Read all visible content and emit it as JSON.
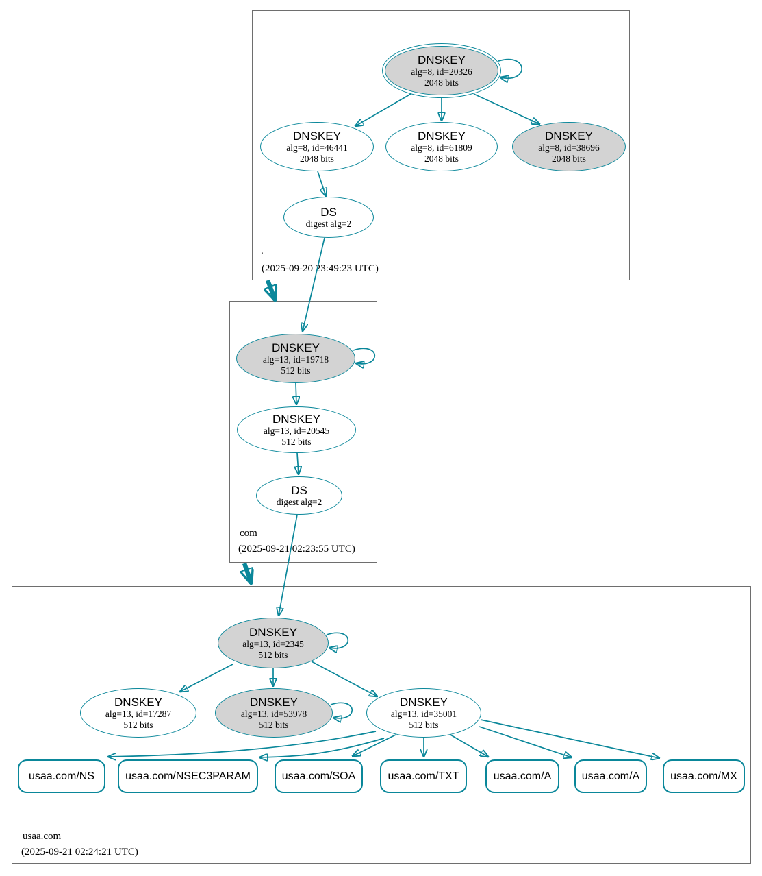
{
  "diagram_type": "dnssec-authentication-chain-graph",
  "colors": {
    "secure_edge_and_border": "#0a879a",
    "ksk_fill_gray": "#d3d3d3",
    "zone_box_border": "#6e6e6e"
  },
  "zones": [
    {
      "name": ".",
      "timestamp": "(2025-09-20 23:49:23 UTC)",
      "nodes": {
        "ksk": {
          "label": "DNSKEY",
          "alg": "alg=8, id=20326",
          "bits": "2048 bits"
        },
        "zsk1": {
          "label": "DNSKEY",
          "alg": "alg=8, id=46441",
          "bits": "2048 bits"
        },
        "zsk2": {
          "label": "DNSKEY",
          "alg": "alg=8, id=61809",
          "bits": "2048 bits"
        },
        "zsk3": {
          "label": "DNSKEY",
          "alg": "alg=8, id=38696",
          "bits": "2048 bits"
        },
        "ds": {
          "label": "DS",
          "digest": "digest alg=2"
        }
      }
    },
    {
      "name": "com",
      "timestamp": "(2025-09-21 02:23:55 UTC)",
      "nodes": {
        "ksk": {
          "label": "DNSKEY",
          "alg": "alg=13, id=19718",
          "bits": "512 bits"
        },
        "zsk": {
          "label": "DNSKEY",
          "alg": "alg=13, id=20545",
          "bits": "512 bits"
        },
        "ds": {
          "label": "DS",
          "digest": "digest alg=2"
        }
      }
    },
    {
      "name": "usaa.com",
      "timestamp": "(2025-09-21 02:24:21 UTC)",
      "nodes": {
        "ksk": {
          "label": "DNSKEY",
          "alg": "alg=13, id=2345",
          "bits": "512 bits"
        },
        "zsk1": {
          "label": "DNSKEY",
          "alg": "alg=13, id=17287",
          "bits": "512 bits"
        },
        "zsk2": {
          "label": "DNSKEY",
          "alg": "alg=13, id=53978",
          "bits": "512 bits"
        },
        "zsk3": {
          "label": "DNSKEY",
          "alg": "alg=13, id=35001",
          "bits": "512 bits"
        }
      },
      "records": [
        "usaa.com/NS",
        "usaa.com/NSEC3PARAM",
        "usaa.com/SOA",
        "usaa.com/TXT",
        "usaa.com/A",
        "usaa.com/A",
        "usaa.com/MX"
      ]
    }
  ]
}
